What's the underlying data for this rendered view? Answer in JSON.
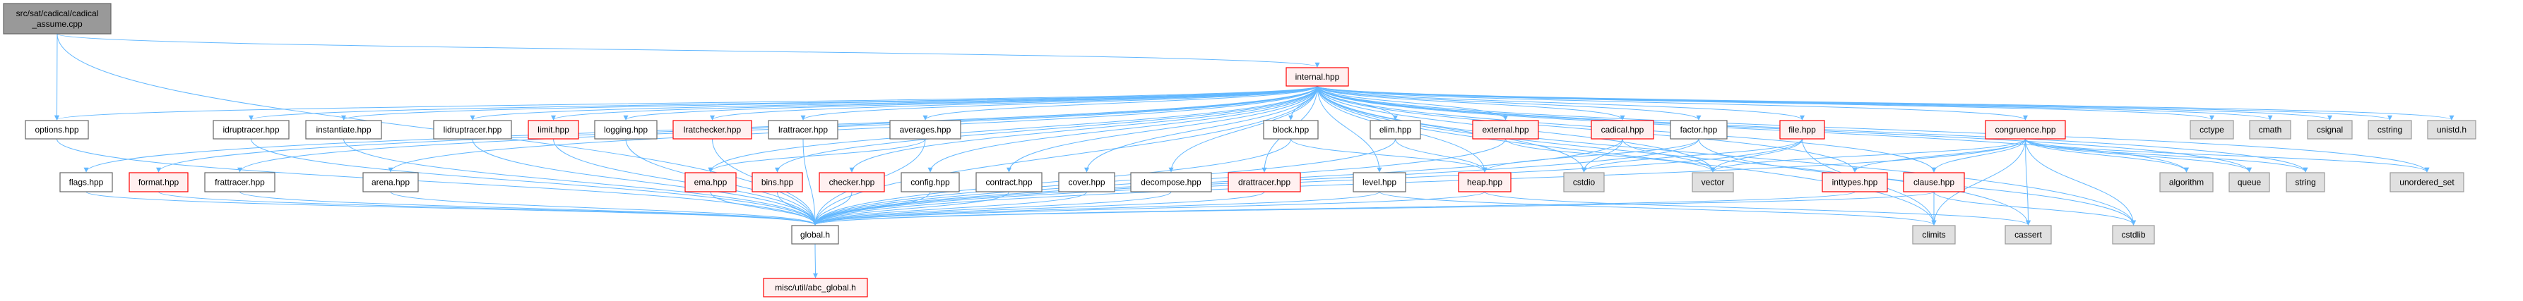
{
  "title": "src/sat/cadical/cadical_assume.cpp include dependency graph",
  "colors": {
    "edge": "#63b8ff",
    "root_fill": "#999999",
    "root_stroke": "#666666",
    "normal_fill": "#ffffff",
    "normal_stroke": "#666666",
    "missing_fill": "#fff0f0",
    "missing_stroke": "#ff0000",
    "system_fill": "#e0e0e0",
    "system_stroke": "#999999"
  },
  "nodes": [
    {
      "id": "root",
      "label": [
        "src/sat/cadical/cadical",
        "_assume.cpp"
      ],
      "kind": "root"
    },
    {
      "id": "internal",
      "label": [
        "internal.hpp"
      ],
      "kind": "missing"
    },
    {
      "id": "options",
      "label": [
        "options.hpp"
      ],
      "kind": "normal"
    },
    {
      "id": "idruptracer",
      "label": [
        "idruptracer.hpp"
      ],
      "kind": "normal"
    },
    {
      "id": "instantiate",
      "label": [
        "instantiate.hpp"
      ],
      "kind": "normal"
    },
    {
      "id": "lidruptracer",
      "label": [
        "lidruptracer.hpp"
      ],
      "kind": "normal"
    },
    {
      "id": "limit",
      "label": [
        "limit.hpp"
      ],
      "kind": "missing"
    },
    {
      "id": "logging",
      "label": [
        "logging.hpp"
      ],
      "kind": "normal"
    },
    {
      "id": "lratchecker",
      "label": [
        "lratchecker.hpp"
      ],
      "kind": "missing"
    },
    {
      "id": "lrattracer",
      "label": [
        "lrattracer.hpp"
      ],
      "kind": "normal"
    },
    {
      "id": "averages",
      "label": [
        "averages.hpp"
      ],
      "kind": "normal"
    },
    {
      "id": "block",
      "label": [
        "block.hpp"
      ],
      "kind": "normal"
    },
    {
      "id": "elim",
      "label": [
        "elim.hpp"
      ],
      "kind": "normal"
    },
    {
      "id": "external",
      "label": [
        "external.hpp"
      ],
      "kind": "missing"
    },
    {
      "id": "cadical",
      "label": [
        "cadical.hpp"
      ],
      "kind": "missing"
    },
    {
      "id": "factor",
      "label": [
        "factor.hpp"
      ],
      "kind": "normal"
    },
    {
      "id": "file",
      "label": [
        "file.hpp"
      ],
      "kind": "missing"
    },
    {
      "id": "congruence",
      "label": [
        "congruence.hpp"
      ],
      "kind": "missing"
    },
    {
      "id": "cctype",
      "label": [
        "cctype"
      ],
      "kind": "system"
    },
    {
      "id": "cmath",
      "label": [
        "cmath"
      ],
      "kind": "system"
    },
    {
      "id": "csignal",
      "label": [
        "csignal"
      ],
      "kind": "system"
    },
    {
      "id": "cstring",
      "label": [
        "cstring"
      ],
      "kind": "system"
    },
    {
      "id": "unistd",
      "label": [
        "unistd.h"
      ],
      "kind": "system"
    },
    {
      "id": "flags",
      "label": [
        "flags.hpp"
      ],
      "kind": "normal"
    },
    {
      "id": "format",
      "label": [
        "format.hpp"
      ],
      "kind": "missing"
    },
    {
      "id": "frattracer",
      "label": [
        "frattracer.hpp"
      ],
      "kind": "normal"
    },
    {
      "id": "arena",
      "label": [
        "arena.hpp"
      ],
      "kind": "normal"
    },
    {
      "id": "ema",
      "label": [
        "ema.hpp"
      ],
      "kind": "missing"
    },
    {
      "id": "bins",
      "label": [
        "bins.hpp"
      ],
      "kind": "missing"
    },
    {
      "id": "checker",
      "label": [
        "checker.hpp"
      ],
      "kind": "missing"
    },
    {
      "id": "config",
      "label": [
        "config.hpp"
      ],
      "kind": "normal"
    },
    {
      "id": "contract",
      "label": [
        "contract.hpp"
      ],
      "kind": "normal"
    },
    {
      "id": "cover",
      "label": [
        "cover.hpp"
      ],
      "kind": "normal"
    },
    {
      "id": "decompose",
      "label": [
        "decompose.hpp"
      ],
      "kind": "normal"
    },
    {
      "id": "drattracer",
      "label": [
        "drattracer.hpp"
      ],
      "kind": "missing"
    },
    {
      "id": "level",
      "label": [
        "level.hpp"
      ],
      "kind": "normal"
    },
    {
      "id": "heap",
      "label": [
        "heap.hpp"
      ],
      "kind": "missing"
    },
    {
      "id": "cstdio",
      "label": [
        "cstdio"
      ],
      "kind": "system"
    },
    {
      "id": "vector",
      "label": [
        "vector"
      ],
      "kind": "system"
    },
    {
      "id": "inttypes",
      "label": [
        "inttypes.hpp"
      ],
      "kind": "missing"
    },
    {
      "id": "clause",
      "label": [
        "clause.hpp"
      ],
      "kind": "missing"
    },
    {
      "id": "algorithm",
      "label": [
        "algorithm"
      ],
      "kind": "system"
    },
    {
      "id": "queue",
      "label": [
        "queue"
      ],
      "kind": "system"
    },
    {
      "id": "string",
      "label": [
        "string"
      ],
      "kind": "system"
    },
    {
      "id": "unordered_set",
      "label": [
        "unordered_set"
      ],
      "kind": "system"
    },
    {
      "id": "global",
      "label": [
        "global.h"
      ],
      "kind": "normal"
    },
    {
      "id": "climits",
      "label": [
        "climits"
      ],
      "kind": "system"
    },
    {
      "id": "cassert",
      "label": [
        "cassert"
      ],
      "kind": "system"
    },
    {
      "id": "cstdlib",
      "label": [
        "cstdlib"
      ],
      "kind": "system"
    },
    {
      "id": "abc_global",
      "label": [
        "misc/util/abc_global.h"
      ],
      "kind": "missing"
    }
  ],
  "edges": [
    [
      "root",
      "internal"
    ],
    [
      "root",
      "options"
    ],
    [
      "root",
      "global"
    ],
    [
      "internal",
      "options"
    ],
    [
      "internal",
      "flags"
    ],
    [
      "internal",
      "format"
    ],
    [
      "internal",
      "frattracer"
    ],
    [
      "internal",
      "idruptracer"
    ],
    [
      "internal",
      "instantiate"
    ],
    [
      "internal",
      "arena"
    ],
    [
      "internal",
      "lidruptracer"
    ],
    [
      "internal",
      "limit"
    ],
    [
      "internal",
      "logging"
    ],
    [
      "internal",
      "lratchecker"
    ],
    [
      "internal",
      "lrattracer"
    ],
    [
      "internal",
      "averages"
    ],
    [
      "internal",
      "ema"
    ],
    [
      "internal",
      "bins"
    ],
    [
      "internal",
      "checker"
    ],
    [
      "internal",
      "config"
    ],
    [
      "internal",
      "contract"
    ],
    [
      "internal",
      "cover"
    ],
    [
      "internal",
      "decompose"
    ],
    [
      "internal",
      "drattracer"
    ],
    [
      "internal",
      "block"
    ],
    [
      "internal",
      "elim"
    ],
    [
      "internal",
      "external"
    ],
    [
      "internal",
      "cadical"
    ],
    [
      "internal",
      "factor"
    ],
    [
      "internal",
      "file"
    ],
    [
      "internal",
      "level"
    ],
    [
      "internal",
      "heap"
    ],
    [
      "internal",
      "cstdio"
    ],
    [
      "internal",
      "vector"
    ],
    [
      "internal",
      "inttypes"
    ],
    [
      "internal",
      "clause"
    ],
    [
      "internal",
      "congruence"
    ],
    [
      "internal",
      "cctype"
    ],
    [
      "internal",
      "cmath"
    ],
    [
      "internal",
      "csignal"
    ],
    [
      "internal",
      "cstring"
    ],
    [
      "internal",
      "unistd"
    ],
    [
      "internal",
      "algorithm"
    ],
    [
      "internal",
      "queue"
    ],
    [
      "internal",
      "string"
    ],
    [
      "internal",
      "unordered_set"
    ],
    [
      "internal",
      "climits"
    ],
    [
      "internal",
      "cassert"
    ],
    [
      "internal",
      "cstdlib"
    ],
    [
      "internal",
      "global"
    ],
    [
      "options",
      "global"
    ],
    [
      "flags",
      "global"
    ],
    [
      "format",
      "global"
    ],
    [
      "frattracer",
      "global"
    ],
    [
      "idruptracer",
      "global"
    ],
    [
      "instantiate",
      "global"
    ],
    [
      "arena",
      "global"
    ],
    [
      "lidruptracer",
      "global"
    ],
    [
      "limit",
      "global"
    ],
    [
      "logging",
      "global"
    ],
    [
      "lratchecker",
      "global"
    ],
    [
      "lrattracer",
      "global"
    ],
    [
      "averages",
      "global"
    ],
    [
      "averages",
      "ema"
    ],
    [
      "ema",
      "global"
    ],
    [
      "bins",
      "global"
    ],
    [
      "checker",
      "global"
    ],
    [
      "config",
      "global"
    ],
    [
      "contract",
      "global"
    ],
    [
      "cover",
      "global"
    ],
    [
      "decompose",
      "global"
    ],
    [
      "drattracer",
      "global"
    ],
    [
      "block",
      "global"
    ],
    [
      "block",
      "heap"
    ],
    [
      "elim",
      "global"
    ],
    [
      "elim",
      "heap"
    ],
    [
      "external",
      "global"
    ],
    [
      "external",
      "vector"
    ],
    [
      "cadical",
      "global"
    ],
    [
      "cadical",
      "cstdio"
    ],
    [
      "cadical",
      "vector"
    ],
    [
      "factor",
      "global"
    ],
    [
      "factor",
      "heap"
    ],
    [
      "factor",
      "cstdlib"
    ],
    [
      "file",
      "global"
    ],
    [
      "file",
      "cstdio"
    ],
    [
      "file",
      "vector"
    ],
    [
      "file",
      "climits"
    ],
    [
      "level",
      "global"
    ],
    [
      "level",
      "climits"
    ],
    [
      "heap",
      "global"
    ],
    [
      "heap",
      "cassert"
    ],
    [
      "inttypes",
      "global"
    ],
    [
      "clause",
      "global"
    ],
    [
      "clause",
      "climits"
    ],
    [
      "clause",
      "cstdlib"
    ],
    [
      "congruence",
      "global"
    ],
    [
      "congruence",
      "clause"
    ],
    [
      "congruence",
      "vector"
    ],
    [
      "congruence",
      "inttypes"
    ],
    [
      "congruence",
      "algorithm"
    ],
    [
      "congruence",
      "queue"
    ],
    [
      "congruence",
      "string"
    ],
    [
      "congruence",
      "unordered_set"
    ],
    [
      "congruence",
      "cassert"
    ],
    [
      "congruence",
      "cstdlib"
    ],
    [
      "congruence",
      "climits"
    ],
    [
      "global",
      "abc_global"
    ]
  ]
}
